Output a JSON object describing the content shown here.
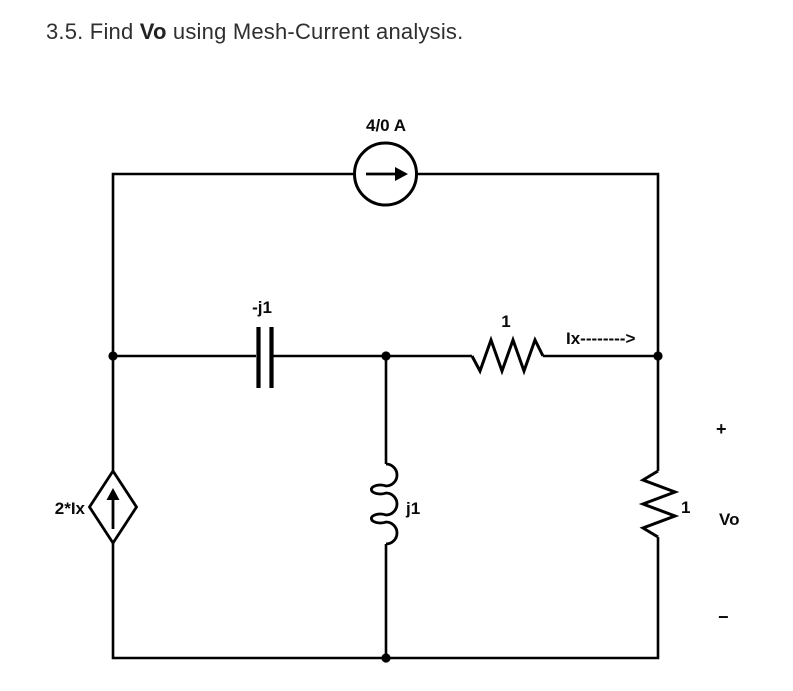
{
  "title": {
    "prefix": "3.5. Find ",
    "emphasis": "Vo",
    "suffix": " using Mesh-Current analysis."
  },
  "circuit": {
    "top_source_label": "4/0 A",
    "capacitor_label": "-j1",
    "top_resistor_label": "1",
    "ix_arrow_label": "Ix-------->",
    "dependent_source_label": "2*Ix",
    "inductor_label": "j1",
    "right_resistor_label": "1",
    "vo_plus": "+",
    "vo_label": "Vo",
    "vo_minus": "−"
  }
}
